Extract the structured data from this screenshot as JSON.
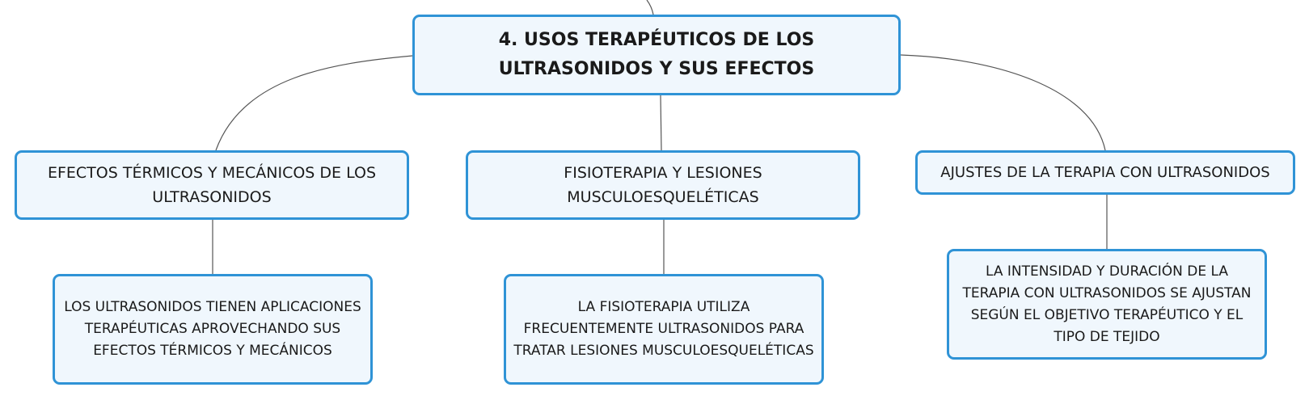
{
  "root": {
    "title": "4. USOS TERAPÉUTICOS DE LOS ULTRASONIDOS Y SUS EFECTOS"
  },
  "branches": [
    {
      "label": "EFECTOS TÉRMICOS Y MECÁNICOS DE LOS ULTRASONIDOS",
      "child": "LOS ULTRASONIDOS TIENEN APLICACIONES TERAPÉUTICAS APROVECHANDO SUS EFECTOS TÉRMICOS Y MECÁNICOS"
    },
    {
      "label": "FISIOTERAPIA Y LESIONES MUSCULOESQUELÉTICAS",
      "child": "LA FISIOTERAPIA UTILIZA FRECUENTEMENTE ULTRASONIDOS PARA TRATAR LESIONES MUSCULOESQUELÉTICAS"
    },
    {
      "label": "AJUSTES DE LA TERAPIA CON ULTRASONIDOS",
      "child": "LA INTENSIDAD Y DURACIÓN DE LA TERAPIA CON ULTRASONIDOS SE AJUSTAN SEGÚN EL OBJETIVO TERAPÉUTICO Y EL TIPO DE TEJIDO"
    }
  ],
  "colors": {
    "node_border": "#2f93d6",
    "node_fill": "#f0f7fd",
    "connector": "#555555"
  }
}
